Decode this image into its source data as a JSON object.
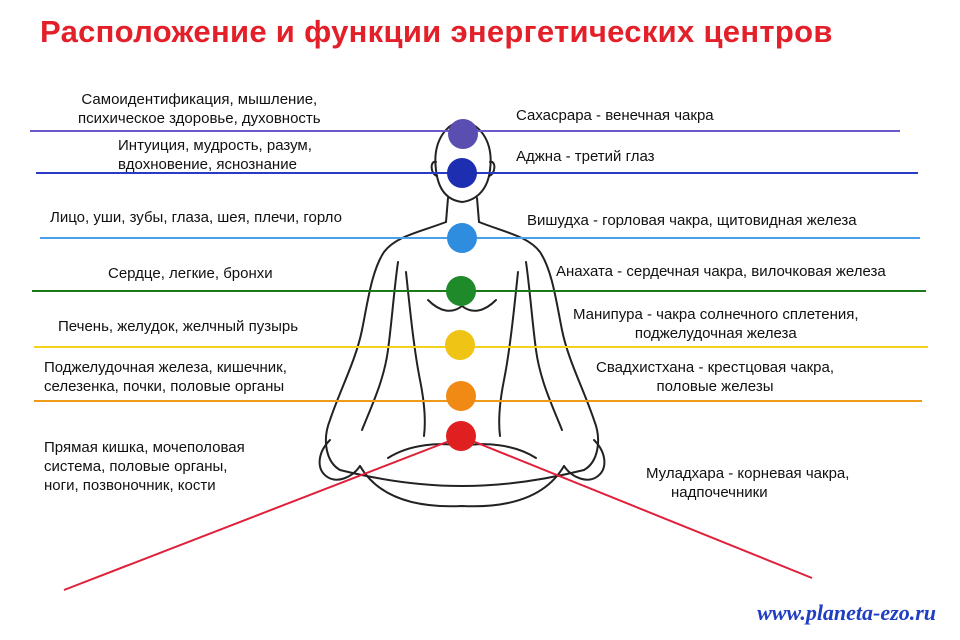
{
  "title": "Расположение и функции энергетических центров",
  "website": "www.planeta-ezo.ru",
  "chakras": [
    {
      "id": "sahasrara",
      "name": "Сахасрара -  венечная чакра",
      "functions": "Самоидентификация, мышление,\nпсихическое здоровье, духовность",
      "line_color": "#6a5acd",
      "circle_color": "#5a4fb0"
    },
    {
      "id": "ajna",
      "name": "Аджна - третий глаз",
      "functions": "Интуиция, мудрость, разум,\nвдохновение, яснознание",
      "line_color": "#2a3ac4",
      "circle_color": "#1d2fb0"
    },
    {
      "id": "vishuddha",
      "name": "Вишудха - горловая чакра, щитовидная железа",
      "functions": "Лицо, уши, зубы, глаза, шея, плечи, горло",
      "line_color": "#4aa0e8",
      "circle_color": "#2f8de0"
    },
    {
      "id": "anahata",
      "name": "Анахата - сердечная чакра, вилочковая железа",
      "functions": "Сердце, легкие, бронхи",
      "line_color": "#1a7a1a",
      "circle_color": "#1f8a2a"
    },
    {
      "id": "manipura",
      "name": "Манипура - чакра солнечного сплетения,\nподжелудочная железа",
      "functions": "Печень, желудок, желчный пузырь",
      "line_color": "#f2d21a",
      "circle_color": "#f0c414"
    },
    {
      "id": "svadhisthana",
      "name": "Свадхистхана - крестцовая чакра,\nполовые железы",
      "functions": "Поджелудочная железа, кишечник,\nселезенка, почки, половые органы",
      "line_color": "#f09a1a",
      "circle_color": "#f08a14"
    },
    {
      "id": "muladhara",
      "name": "Муладхара - корневая чакра,\n      надпочечники",
      "functions": "Прямая кишка, мочеполовая\nсистема, половые органы,\nноги, позвоночник, кости",
      "line_color": "#e0203a",
      "circle_color": "#e02020"
    }
  ]
}
